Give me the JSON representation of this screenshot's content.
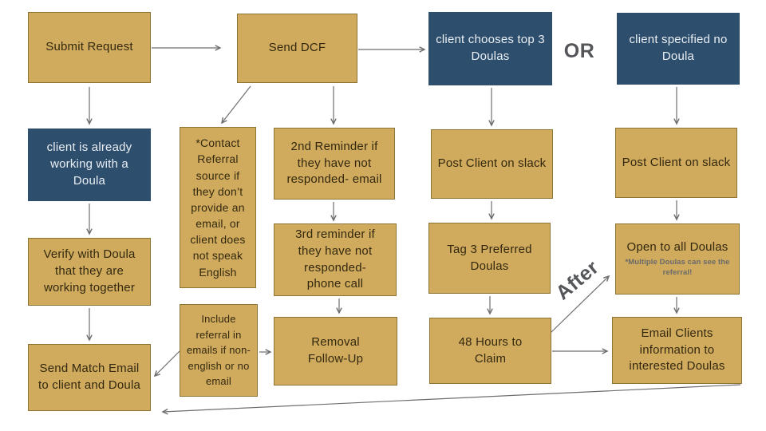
{
  "colors": {
    "canvas-bg": "#ffffff",
    "gold-fill": "#D0AA5D",
    "gold-border": "#8E7434",
    "blue-fill": "#2E4E6D",
    "dark-text": "#33290F",
    "light-text": "#EAEFF4",
    "note-text": "#6A6A6A",
    "label-gray": "#54565A",
    "arrow-gray": "#6E6E6E"
  },
  "labels": {
    "or": "OR",
    "after": "After"
  },
  "nodes": {
    "submit_request": "Submit Request",
    "send_dcf": "Send DCF",
    "client_chooses": "client chooses top 3 Doulas",
    "client_specified": "client specified no Doula",
    "client_already": "client is already working with a Doula",
    "contact_referral": "*Contact Referral source if they don’t provide an email, or client does not speak English",
    "second_reminder": "2nd Reminder if they have not responded- email",
    "post_slack_1": "Post Client on slack",
    "post_slack_2": "Post Client on slack",
    "verify_doula": "Verify with Doula that they are working together",
    "third_reminder": "3rd reminder if they have not responded- phone call",
    "tag_doulas": "Tag 3 Preferred Doulas",
    "open_all": "Open to all Doulas",
    "open_all_note": "*Multiple Doulas can see the referral!",
    "send_match": "Send Match Email to client and Doula",
    "include_referral": "Include referral in emails if non-english or no email",
    "removal_followup": "Removal Follow-Up",
    "hours_claim": "48 Hours to Claim",
    "email_clients": "Email Clients information to interested Doulas"
  }
}
